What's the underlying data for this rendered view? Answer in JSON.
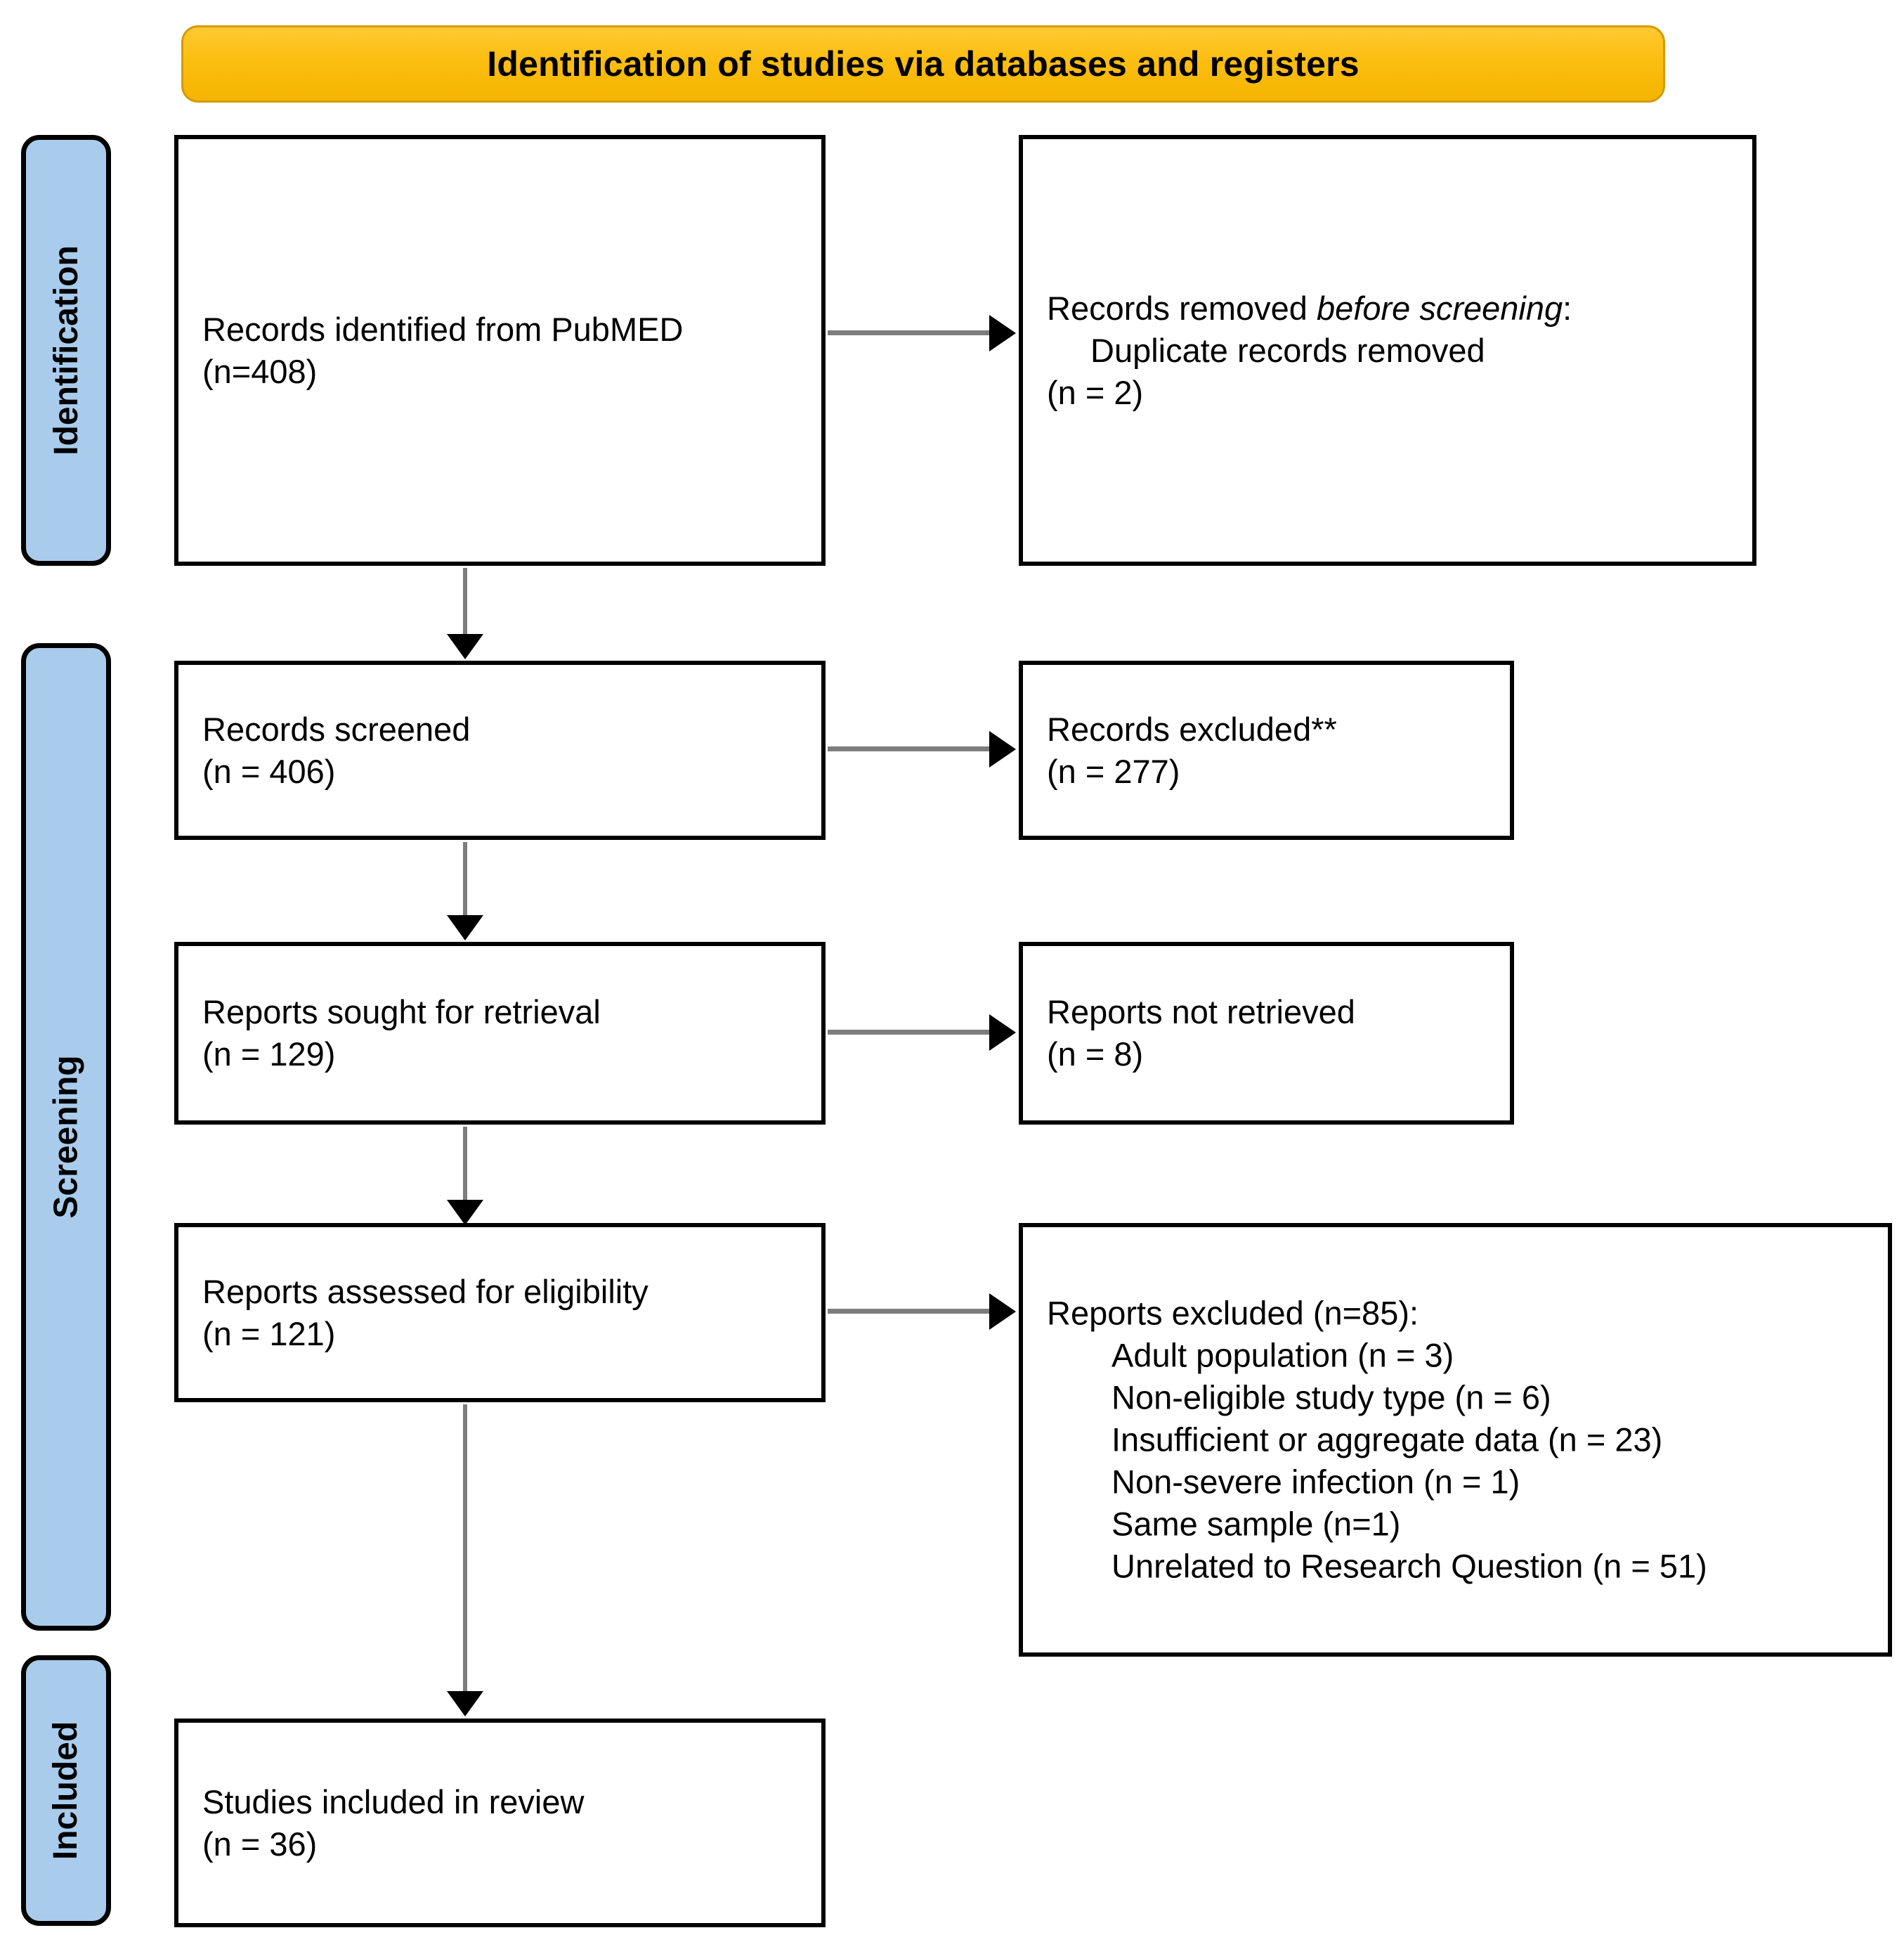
{
  "banner": {
    "title": "Identification of studies via databases and registers",
    "bg_color": "#F5B400",
    "text_color": "#000000"
  },
  "stages": [
    {
      "label": "Identification",
      "bg_color": "#A9CCEC"
    },
    {
      "label": "Screening",
      "bg_color": "#A9CCEC"
    },
    {
      "label": "Included",
      "bg_color": "#A9CCEC"
    }
  ],
  "boxes": {
    "records_identified": {
      "line1": "Records identified from PubMED",
      "line2": "(n=408)"
    },
    "records_removed": {
      "line1_a": "Records removed ",
      "line1_b": "before screening",
      "line1_c": ":",
      "line2": "Duplicate records removed",
      "line3": "(n = 2)"
    },
    "records_screened": {
      "line1": "Records screened",
      "line2": "(n = 406)"
    },
    "records_excluded": {
      "line1": "Records excluded**",
      "line2": "(n = 277)"
    },
    "reports_sought": {
      "line1": "Reports sought for retrieval",
      "line2": "(n = 129)"
    },
    "reports_not_retrieved": {
      "line1": "Reports not retrieved",
      "line2": "(n = 8)"
    },
    "reports_assessed": {
      "line1": "Reports assessed for eligibility",
      "line2": "(n = 121)"
    },
    "reports_excluded": {
      "heading": "Reports excluded (n=85):",
      "reasons": [
        "Adult population (n = 3)",
        "Non-eligible study type (n = 6)",
        "Insufficient or aggregate data (n = 23)",
        "Non-severe infection (n = 1)",
        "Same sample (n=1)",
        "Unrelated to Research Question (n = 51)"
      ]
    },
    "studies_included": {
      "line1": "Studies included in review",
      "line2": "(n = 36)"
    }
  },
  "chart_data": {
    "type": "diagram",
    "title": "Identification of studies via databases and registers",
    "nodes": [
      {
        "id": "records_identified",
        "label": "Records identified from PubMED",
        "n": 408,
        "stage": "Identification",
        "column": "left"
      },
      {
        "id": "records_removed",
        "label": "Records removed before screening: Duplicate records removed",
        "n": 2,
        "stage": "Identification",
        "column": "right"
      },
      {
        "id": "records_screened",
        "label": "Records screened",
        "n": 406,
        "stage": "Screening",
        "column": "left"
      },
      {
        "id": "records_excluded",
        "label": "Records excluded**",
        "n": 277,
        "stage": "Screening",
        "column": "right"
      },
      {
        "id": "reports_sought",
        "label": "Reports sought for retrieval",
        "n": 129,
        "stage": "Screening",
        "column": "left"
      },
      {
        "id": "reports_not_retrieved",
        "label": "Reports not retrieved",
        "n": 8,
        "stage": "Screening",
        "column": "right"
      },
      {
        "id": "reports_assessed",
        "label": "Reports assessed for eligibility",
        "n": 121,
        "stage": "Screening",
        "column": "left"
      },
      {
        "id": "reports_excluded",
        "label": "Reports excluded",
        "n": 85,
        "stage": "Screening",
        "column": "right",
        "breakdown": [
          {
            "reason": "Adult population",
            "n": 3
          },
          {
            "reason": "Non-eligible study type",
            "n": 6
          },
          {
            "reason": "Insufficient or aggregate data",
            "n": 23
          },
          {
            "reason": "Non-severe infection",
            "n": 1
          },
          {
            "reason": "Same sample",
            "n": 1
          },
          {
            "reason": "Unrelated to Research Question",
            "n": 51
          }
        ]
      },
      {
        "id": "studies_included",
        "label": "Studies included in review",
        "n": 36,
        "stage": "Included",
        "column": "left"
      }
    ],
    "edges": [
      {
        "from": "records_identified",
        "to": "records_removed",
        "direction": "right"
      },
      {
        "from": "records_identified",
        "to": "records_screened",
        "direction": "down"
      },
      {
        "from": "records_screened",
        "to": "records_excluded",
        "direction": "right"
      },
      {
        "from": "records_screened",
        "to": "reports_sought",
        "direction": "down"
      },
      {
        "from": "reports_sought",
        "to": "reports_not_retrieved",
        "direction": "right"
      },
      {
        "from": "reports_sought",
        "to": "reports_assessed",
        "direction": "down"
      },
      {
        "from": "reports_assessed",
        "to": "reports_excluded",
        "direction": "right"
      },
      {
        "from": "reports_assessed",
        "to": "studies_included",
        "direction": "down"
      }
    ]
  }
}
